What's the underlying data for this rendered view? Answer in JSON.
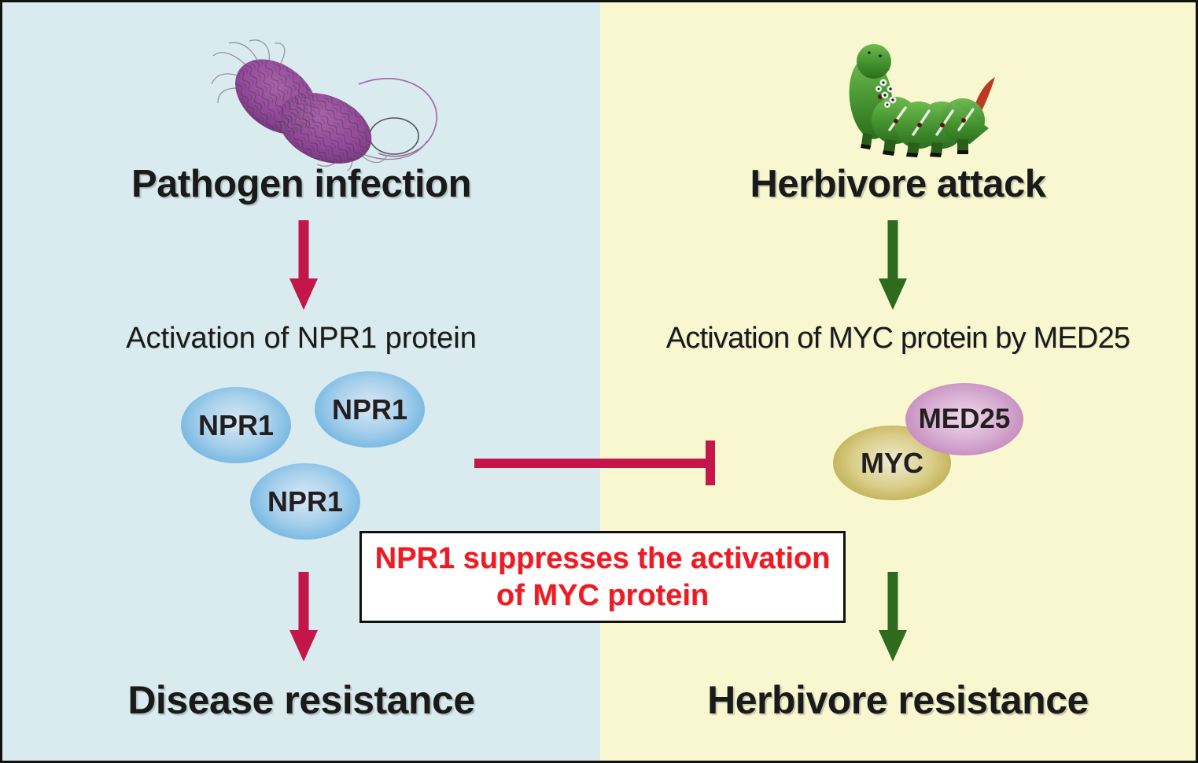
{
  "figure": {
    "colors": {
      "left_bg": "#d9ebee",
      "right_bg": "#f8f7d0",
      "crimson": "#c4164a",
      "green": "#2e6b1e",
      "caption_red": "#ed1c24",
      "ink": "#1a1a1a"
    },
    "left": {
      "title": "Pathogen infection",
      "step": "Activation of NPR1 protein",
      "protein": "NPR1",
      "protein_copies": 3,
      "outcome": "Disease resistance",
      "icon": "bacterium-icon"
    },
    "right": {
      "title": "Herbivore attack",
      "step": "Activation of MYC protein by MED25",
      "protein_myc": "MYC",
      "protein_med25": "MED25",
      "outcome": "Herbivore resistance",
      "icon": "caterpillar-icon"
    },
    "caption": {
      "line1": "NPR1 suppresses the activation",
      "line2": "of MYC protein"
    }
  }
}
